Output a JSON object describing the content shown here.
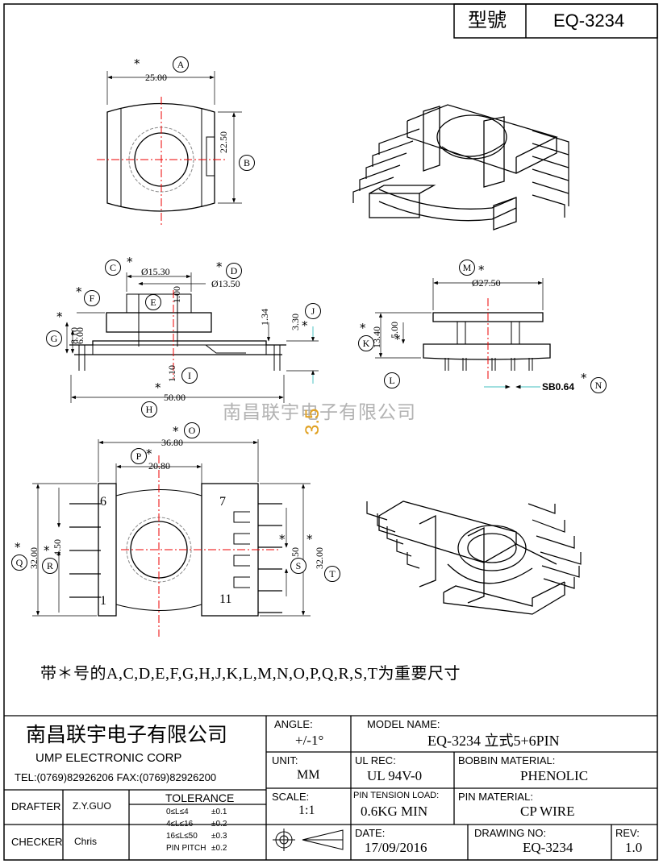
{
  "title_block": {
    "model_label": "型號",
    "model_value": "EQ-3234"
  },
  "views": {
    "top": {
      "dim_a": "25.00",
      "dim_b": "22.50",
      "circle_a": "A",
      "circle_b": "B"
    },
    "front": {
      "dim_c": "Ø15.30",
      "dim_d": "Ø13.50",
      "dim_e": "1.00",
      "dim_f": "8.10",
      "dim_g": "6.00",
      "dim_j1": "1.34",
      "dim_j": "3.30",
      "dim_i": "1.10",
      "dim_h": "50.00",
      "c": "C",
      "d": "D",
      "e": "E",
      "f": "F",
      "g": "G",
      "h": "H",
      "i": "I",
      "j": "J"
    },
    "side": {
      "dim_m": "Ø27.50",
      "dim_k": "13.40",
      "dim_k2": "5.00",
      "dim_n": "SB0.64",
      "m": "M",
      "k": "K",
      "l": "L",
      "n": "N"
    },
    "bottom": {
      "dim_o": "36.80",
      "dim_p": "20.80",
      "dim_q": "32.00",
      "dim_r": "4.50",
      "dim_s": "5.50",
      "dim_t": "32.00",
      "pin6": "6",
      "pin1": "1",
      "pin7": "7",
      "pin11": "11",
      "o": "O",
      "p": "P",
      "q": "Q",
      "r": "R",
      "s": "S",
      "t": "T"
    }
  },
  "watermark": "南昌联宇电子有限公司",
  "overlay_number": "3.5",
  "note": "带＊号的A,C,D,E,F,G,H,J,K,L,M,N,O,P,Q,R,S,T为重要尺寸",
  "footer": {
    "company_cn": "南昌联宇电子有限公司",
    "company_en": "UMP ELECTRONIC CORP",
    "contact": "TEL:(0769)82926206 FAX:(0769)82926200",
    "drafter_label": "DRAFTER",
    "drafter": "Z.Y.GUO",
    "checker_label": "CHECKER",
    "checker": "Chris",
    "tolerance_label": "TOLERANCE",
    "tol_rows": [
      {
        "range": "0≤L≤4",
        "value": "±0.1"
      },
      {
        "range": "4≤L≤16",
        "value": "±0.2"
      },
      {
        "range": "16≤L≤50",
        "value": "±0.3"
      },
      {
        "range": "PIN PITCH",
        "value": "±0.2"
      }
    ],
    "angle_label": "ANGLE:",
    "angle": "+/-1°",
    "unit_label": "UNIT:",
    "unit": "MM",
    "scale_label": "SCALE:",
    "scale": "1:1",
    "model_name_label": "MODEL NAME:",
    "model_name": "EQ-3234 立式5+6PIN",
    "ul_label": "UL REC:",
    "ul": "UL 94V-0",
    "bobbin_label": "BOBBIN MATERIAL:",
    "bobbin": "PHENOLIC",
    "tension_label": "PIN TENSION LOAD:",
    "tension": "0.6KG MIN",
    "pin_mat_label": "PIN MATERIAL:",
    "pin_mat": "CP WIRE",
    "date_label": "DATE:",
    "date": "17/09/2016",
    "drawing_label": "DRAWING NO:",
    "drawing": "EQ-3234",
    "rev_label": "REV:",
    "rev": "1.0"
  }
}
